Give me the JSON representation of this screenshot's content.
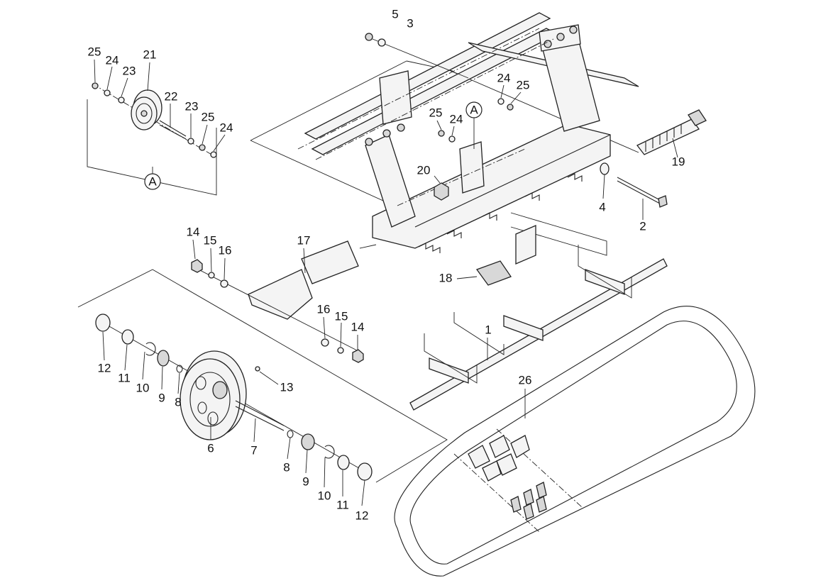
{
  "callouts": [
    {
      "id": "c-25-a",
      "text": "25"
    },
    {
      "id": "c-24-a",
      "text": "24"
    },
    {
      "id": "c-23-a",
      "text": "23"
    },
    {
      "id": "c-21",
      "text": "21"
    },
    {
      "id": "c-22",
      "text": "22"
    },
    {
      "id": "c-23-b",
      "text": "23"
    },
    {
      "id": "c-25-b",
      "text": "25"
    },
    {
      "id": "c-24-b",
      "text": "24"
    },
    {
      "id": "c-5",
      "text": "5"
    },
    {
      "id": "c-3",
      "text": "3"
    },
    {
      "id": "c-24-c",
      "text": "24"
    },
    {
      "id": "c-25-c",
      "text": "25"
    },
    {
      "id": "c-25-d",
      "text": "25"
    },
    {
      "id": "c-24-d",
      "text": "24"
    },
    {
      "id": "c-20",
      "text": "20"
    },
    {
      "id": "c-19",
      "text": "19"
    },
    {
      "id": "c-4",
      "text": "4"
    },
    {
      "id": "c-2",
      "text": "2"
    },
    {
      "id": "c-14-a",
      "text": "14"
    },
    {
      "id": "c-15-a",
      "text": "15"
    },
    {
      "id": "c-16-a",
      "text": "16"
    },
    {
      "id": "c-17",
      "text": "17"
    },
    {
      "id": "c-18",
      "text": "18"
    },
    {
      "id": "c-16-b",
      "text": "16"
    },
    {
      "id": "c-15-b",
      "text": "15"
    },
    {
      "id": "c-14-b",
      "text": "14"
    },
    {
      "id": "c-1",
      "text": "1"
    },
    {
      "id": "c-26",
      "text": "26"
    },
    {
      "id": "c-12-a",
      "text": "12"
    },
    {
      "id": "c-11-a",
      "text": "11"
    },
    {
      "id": "c-10-a",
      "text": "10"
    },
    {
      "id": "c-9-a",
      "text": "9"
    },
    {
      "id": "c-8-a",
      "text": "8"
    },
    {
      "id": "c-13",
      "text": "13"
    },
    {
      "id": "c-6",
      "text": "6"
    },
    {
      "id": "c-7",
      "text": "7"
    },
    {
      "id": "c-8-b",
      "text": "8"
    },
    {
      "id": "c-9-b",
      "text": "9"
    },
    {
      "id": "c-10-b",
      "text": "10"
    },
    {
      "id": "c-11-b",
      "text": "11"
    },
    {
      "id": "c-12-b",
      "text": "12"
    }
  ],
  "references": [
    {
      "id": "ref-a-detail",
      "text": "A"
    },
    {
      "id": "ref-a-frame",
      "text": "A"
    }
  ]
}
